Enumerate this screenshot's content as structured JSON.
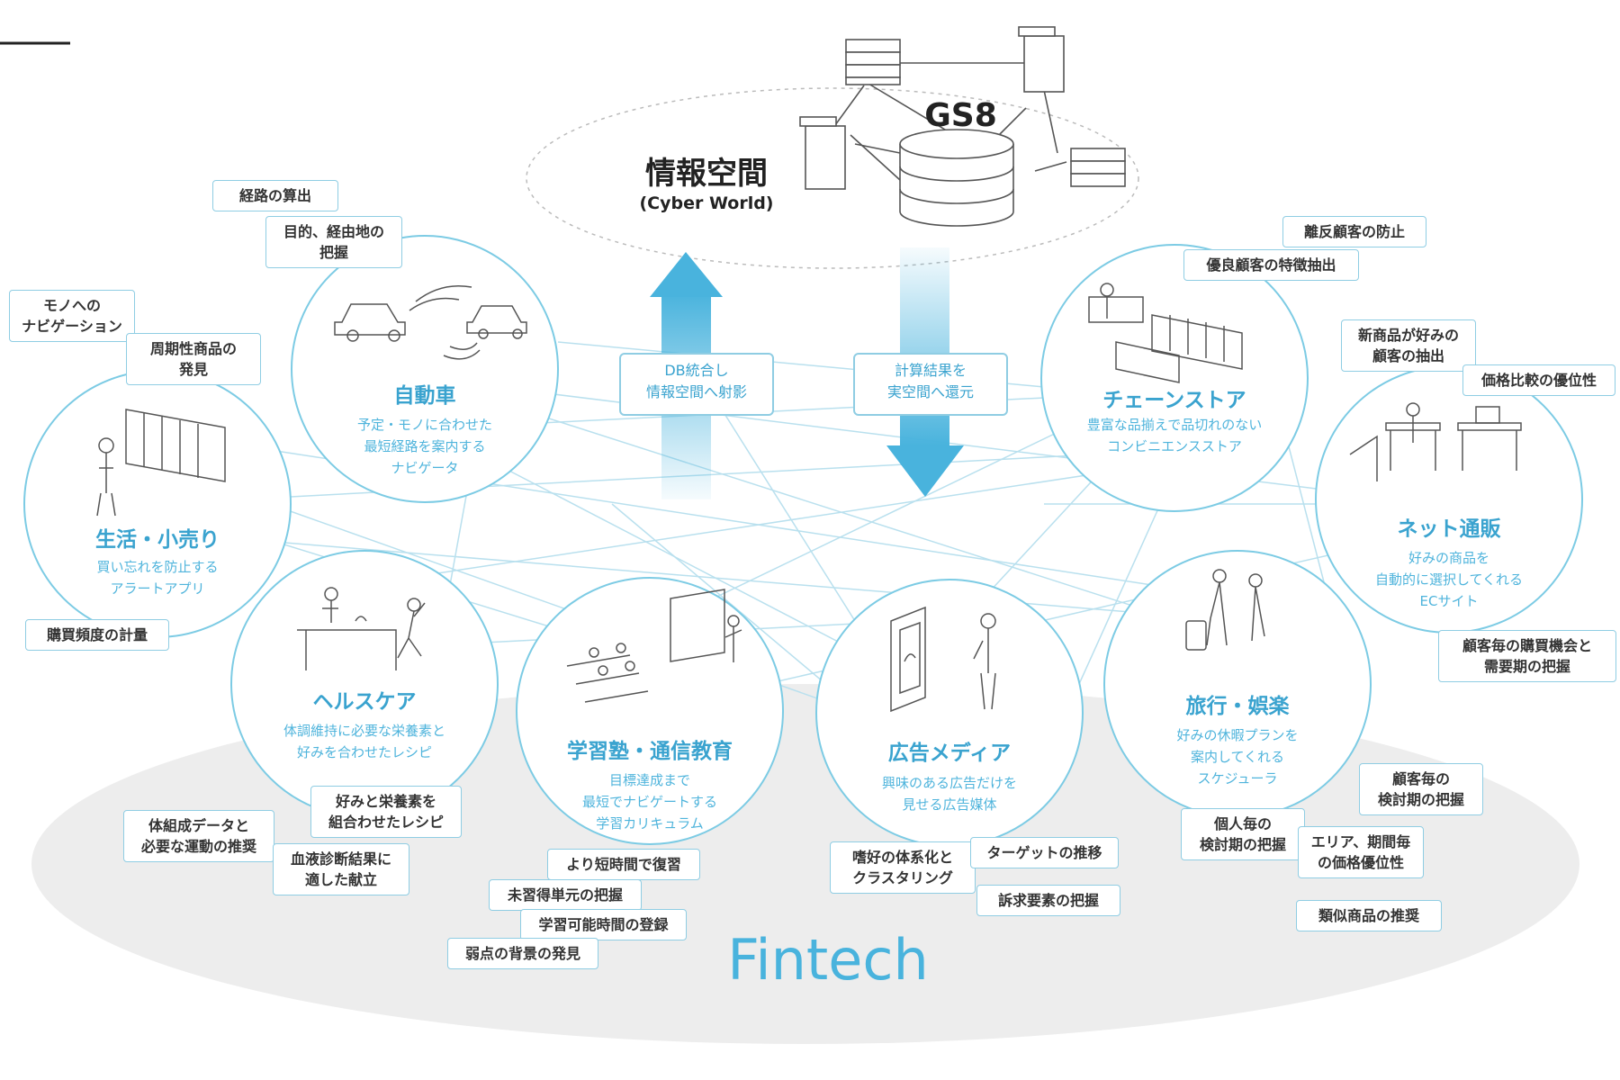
{
  "cyber": {
    "title": "情報空間",
    "subtitle": "(Cyber World)"
  },
  "system_name": "GS8",
  "arrow_up_label": "DB統合し\n情報空間へ射影",
  "arrow_down_label": "計算結果を\n実空間へ還元",
  "fintech": "Fintech",
  "domains": {
    "jidosha": {
      "title": "自動車",
      "desc": "予定・モノに合わせた\n最短経路を案内する\nナビゲータ"
    },
    "chain": {
      "title": "チェーンストア",
      "desc": "豊富な品揃えで品切れのない\nコンビニエンスストア"
    },
    "seikatsu": {
      "title": "生活・小売り",
      "desc": "買い忘れを防止する\nアラートアプリ"
    },
    "net": {
      "title": "ネット通販",
      "desc": "好みの商品を\n自動的に選択してくれる\nECサイト"
    },
    "health": {
      "title": "ヘルスケア",
      "desc": "体調維持に必要な栄養素と\n好みを合わせたレシピ"
    },
    "gakushu": {
      "title": "学習塾・通信教育",
      "desc": "目標達成まで\n最短でナビゲートする\n学習カリキュラム"
    },
    "kokoku": {
      "title": "広告メディア",
      "desc": "興味のある広告だけを\n見せる広告媒体"
    },
    "ryoko": {
      "title": "旅行・娯楽",
      "desc": "好みの休暇プランを\n案内してくれる\nスケジューラ"
    }
  },
  "tags": {
    "keiro": "経路の算出",
    "mokuteki": "目的、経由地の\n把握",
    "mono": "モノへの\nナビゲーション",
    "shuki": "周期性商品の\n発見",
    "kobai": "購買頻度の計量",
    "rihan": "離反顧客の防止",
    "yuryo": "優良顧客の特徴抽出",
    "shinshohin": "新商品が好みの\n顧客の抽出",
    "kakaku": "価格比較の優位性",
    "kounyu": "顧客毎の購買機会と\n需要期の把握",
    "taisosei": "体組成データと\n必要な運動の推奨",
    "konomi": "好みと栄養素を\n組合わせたレシピ",
    "ketsueki": "血液診断結果に\n適した献立",
    "yori": "より短時間で復習",
    "mishu": "未習得単元の把握",
    "gakushu_jikan": "学習可能時間の登録",
    "jakuten": "弱点の背景の発見",
    "shiko": "嗜好の体系化と\nクラスタリング",
    "target": "ターゲットの推移",
    "sokyu": "訴求要素の把握",
    "kokyaku_kento": "顧客毎の\n検討期の把握",
    "kojin": "個人毎の\n検討期の把握",
    "area": "エリア、期間毎\nの価格優位性",
    "ruiji": "類似商品の推奨"
  },
  "colors": {
    "accent": "#49b3dd",
    "line": "#8fcde3",
    "ellipse": "#ededed"
  }
}
